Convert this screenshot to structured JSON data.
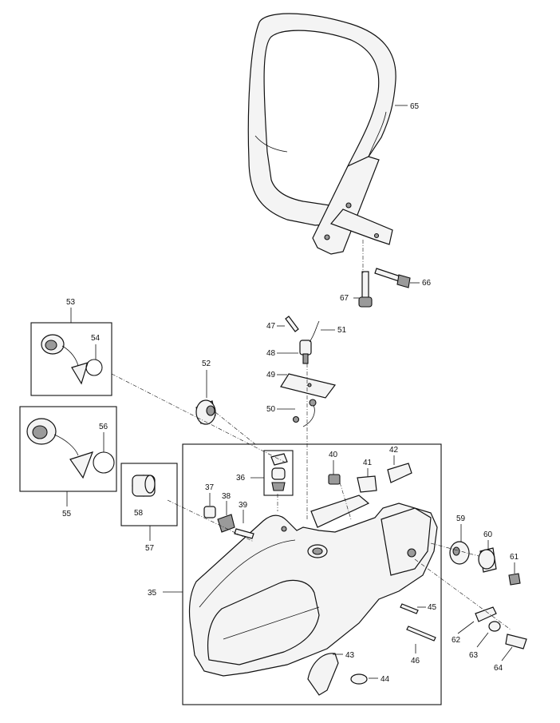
{
  "callouts": {
    "c35": "35",
    "c36": "36",
    "c37": "37",
    "c38": "38",
    "c39": "39",
    "c40": "40",
    "c41": "41",
    "c42": "42",
    "c43": "43",
    "c44": "44",
    "c45": "45",
    "c46": "46",
    "c47": "47",
    "c48": "48",
    "c49": "49",
    "c50": "50",
    "c51": "51",
    "c52": "52",
    "c53": "53",
    "c54": "54",
    "c55": "55",
    "c56": "56",
    "c57": "57",
    "c58": "58",
    "c59": "59",
    "c60": "60",
    "c61": "61",
    "c62": "62",
    "c63": "63",
    "c64": "64",
    "c65": "65",
    "c66": "66",
    "c67": "67"
  }
}
